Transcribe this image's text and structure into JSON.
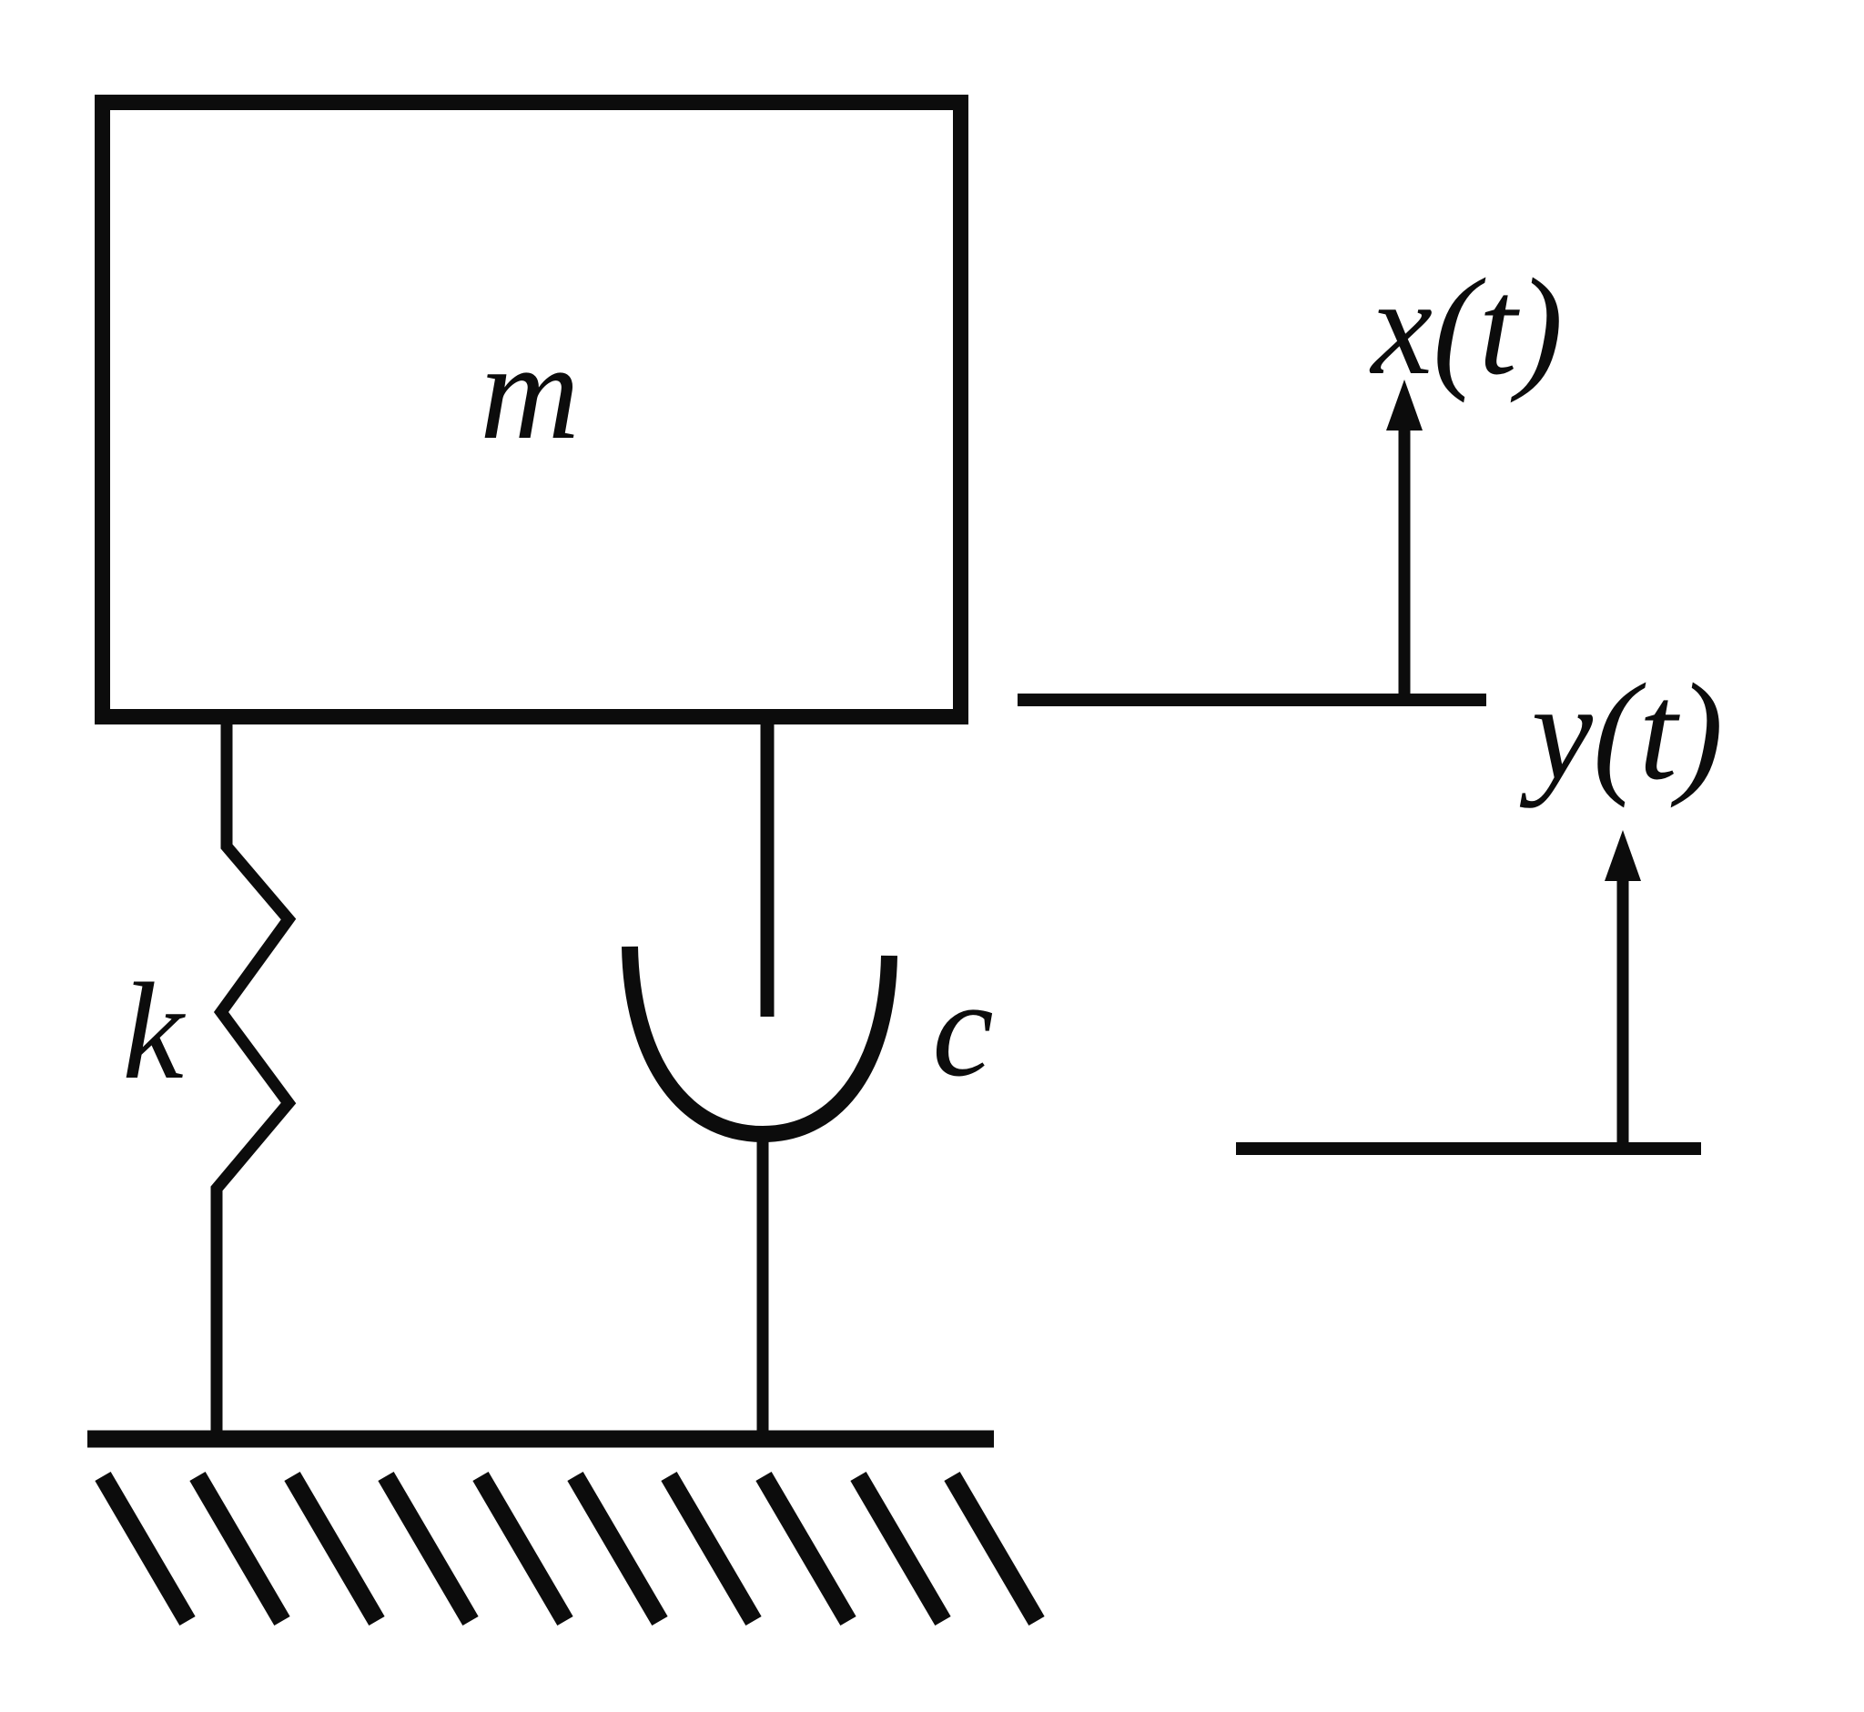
{
  "labels": {
    "mass": "m",
    "spring": "k",
    "damper": "c",
    "x_displacement": "x(t)",
    "y_displacement": "y(t)"
  },
  "colors": {
    "ink": "#0c0c0c",
    "background": "#ffffff"
  }
}
